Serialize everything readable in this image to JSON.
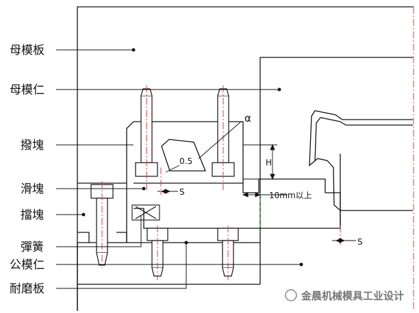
{
  "labels": {
    "cavity_plate": "母模板",
    "cavity_insert": "母模仁",
    "heel_block": "撥塊",
    "slide": "滑塊",
    "stop_block": "擋塊",
    "spring": "彈簧",
    "core_insert": "公模仁",
    "wear_plate": "耐磨板"
  },
  "dimensions": {
    "alpha": "α",
    "clearance": "0.5",
    "h": "H",
    "s_left": "S",
    "s_right": "S",
    "travel": "10mm以上"
  },
  "watermark": "金晨机械模具工业设计",
  "colors": {
    "line": "#111111",
    "centerline": "#e23a3a",
    "green_dash": "#2aa02a"
  }
}
